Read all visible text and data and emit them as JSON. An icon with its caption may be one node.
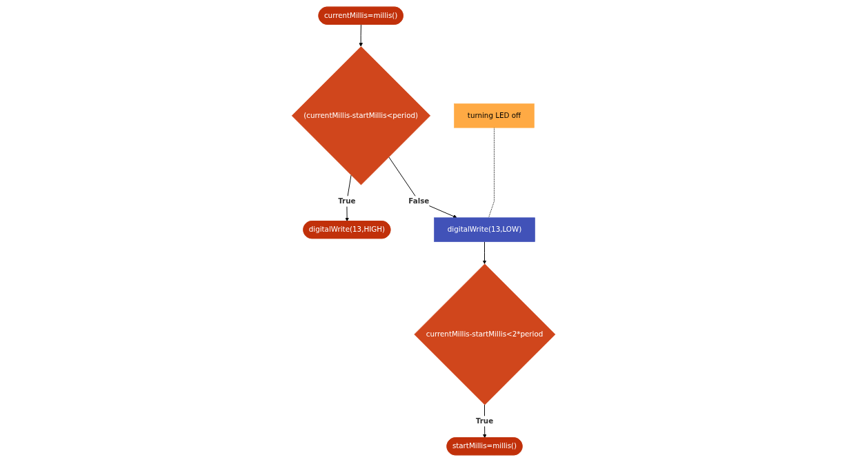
{
  "diagram": {
    "nodes": [
      {
        "text": [
          "currentMillis=millis()"
        ]
      },
      {
        "text": [
          "(currentMillis-startMillis<period)"
        ]
      },
      {
        "text": [
          "digitalWrite(13,HIGH)"
        ]
      },
      {
        "text": [
          "turning LED off"
        ]
      },
      {
        "text": [
          "digitalWrite(13,LOW)"
        ]
      },
      {
        "text": [
          "currentMillis-startMillis<2*period"
        ]
      },
      {
        "text": [
          "startMillis=millis()"
        ]
      }
    ],
    "edges": [
      {
        "from": 0,
        "to": 1,
        "arrow": "to"
      },
      {
        "from": 1,
        "to": 2,
        "arrow": "to",
        "label": "True"
      },
      {
        "from": 1,
        "to": 4,
        "arrow": "to",
        "label": "False"
      },
      {
        "from": 3,
        "to": 4,
        "arrow": "none",
        "style": "dashed"
      },
      {
        "from": 4,
        "to": 5,
        "arrow": "to"
      },
      {
        "from": 5,
        "to": 6,
        "arrow": "to",
        "label": "True"
      }
    ]
  }
}
